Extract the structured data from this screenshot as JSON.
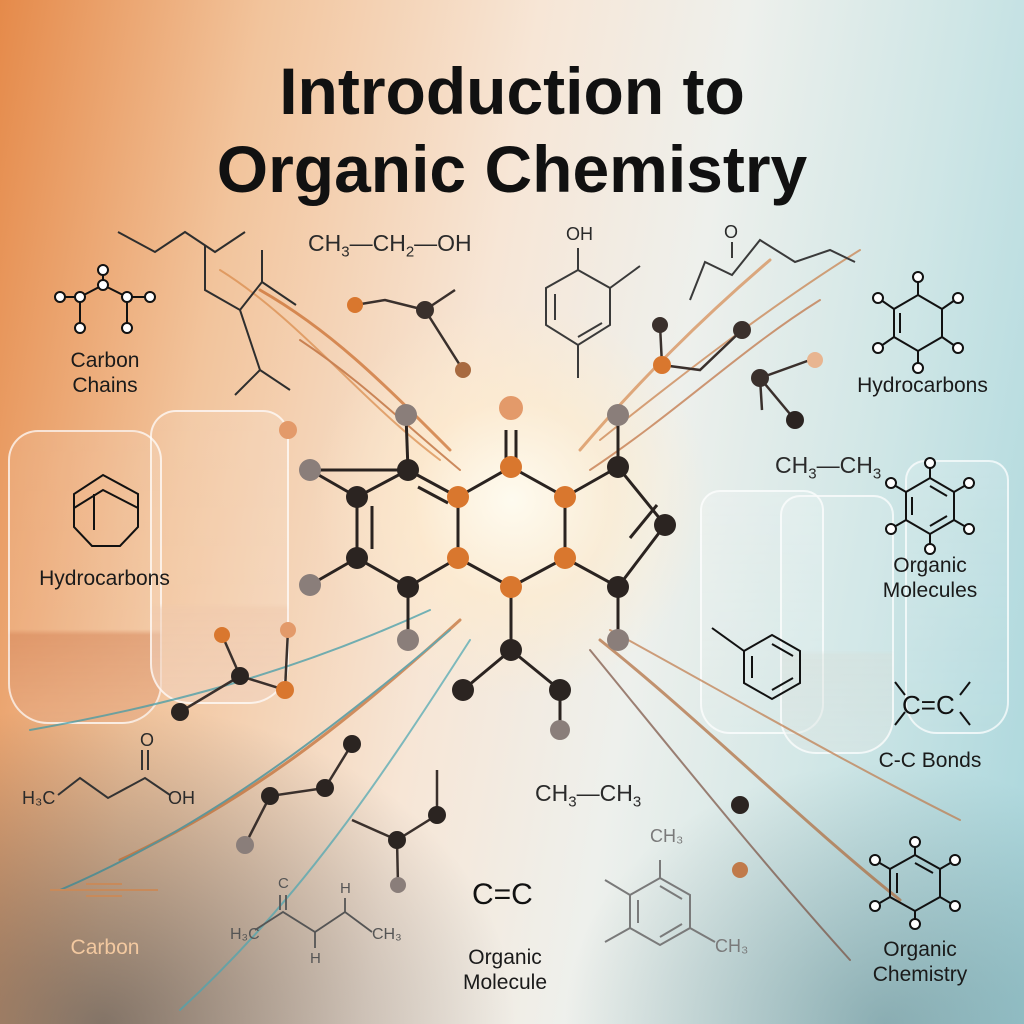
{
  "title": {
    "line1": "Introduction to",
    "line2": "Organic Chemistry"
  },
  "labels": {
    "carbon_chains": "Carbon Chains",
    "hydrocarbons_left": "Hydrocarbons",
    "hydrocarbons_right": "Hydrocarbons",
    "organic_molecules": "Organic Molecules",
    "cc_bonds": "C-C Bonds",
    "organic_chemistry": "Organic Chemistry",
    "organic_molecule": "Organic Molecule",
    "carbon": "Carbon"
  },
  "formulas": {
    "ethanol": {
      "a": "CH",
      "a_sub": "3",
      "b": "—CH",
      "b_sub": "2",
      "c": "—OH"
    },
    "ethane_right": {
      "a": "CH",
      "a_sub": "3",
      "b": "—CH",
      "b_sub": "3"
    },
    "ethane_bottom": {
      "a": "CH",
      "a_sub": "3",
      "b": "—CH",
      "b_sub": "3"
    },
    "cc_double_right": "C=C",
    "cc_double_bottom": "C=C",
    "oh_top": "OH",
    "o_top": "O",
    "acid_h3c": "H₃C",
    "acid_o": "O",
    "acid_oh": "OH",
    "mes_ch3_top": "CH₃",
    "mes_ch3_bottom": "CH₃",
    "chain_h3c": "H₃C",
    "chain_ch3": "CH₃",
    "chain_c_top": "C",
    "chain_h_top": "H",
    "chain_h_bottom": "H"
  },
  "colors": {
    "accent_orange": "#d9772e",
    "atom_dark": "#2b2421",
    "atom_grey": "#8a7e7a",
    "ink": "#111111"
  }
}
